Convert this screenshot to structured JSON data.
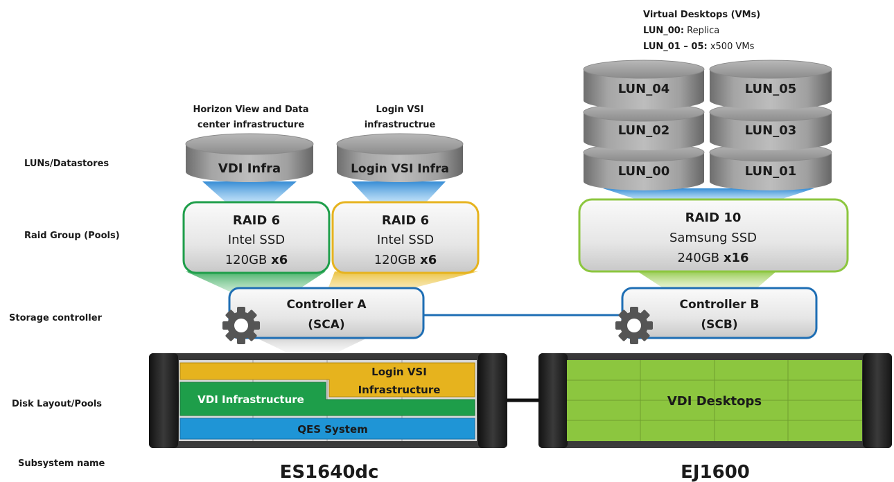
{
  "row_labels": {
    "luns": "LUNs/Datastores",
    "raid": "Raid Group (Pools)",
    "controller": "Storage controller",
    "disk": "Disk Layout/Pools",
    "subsystem": "Subsystem name"
  },
  "captions": {
    "horizon_line1": "Horizon View and Data",
    "horizon_line2": "center infrastructure",
    "loginvsi_line1": "Login VSI",
    "loginvsi_line2": "infrastructrue",
    "vd_title": "Virtual Desktops (VMs)",
    "vd_lun00_key": "LUN_00:",
    "vd_lun00_val": " Replica",
    "vd_lun01_key": "LUN_01 – 05:",
    "vd_lun01_val": " x500 VMs"
  },
  "datastores": {
    "vdi_infra": "VDI Infra",
    "login_vsi_infra": "Login VSI Infra",
    "lun_00": "LUN_00",
    "lun_01": "LUN_01",
    "lun_02": "LUN_02",
    "lun_03": "LUN_03",
    "lun_04": "LUN_04",
    "lun_05": "LUN_05"
  },
  "raid_groups": {
    "g1": {
      "level": "RAID 6",
      "disk": "Intel SSD",
      "size": "120GB ",
      "count": "x6"
    },
    "g2": {
      "level": "RAID 6",
      "disk": "Intel SSD",
      "size": "120GB ",
      "count": "x6"
    },
    "g3": {
      "level": "RAID 10",
      "disk": "Samsung SSD",
      "size": "240GB ",
      "count": "x16"
    }
  },
  "controllers": {
    "a": {
      "line1": "Controller A",
      "line2": "(SCA)"
    },
    "b": {
      "line1": "Controller B",
      "line2": "(SCB)"
    }
  },
  "pools": {
    "login_vsi_line1": "Login VSI",
    "login_vsi_line2": "Infrastructure",
    "vdi_infra": "VDI Infrastructure",
    "qes": "QES System",
    "vdi_desktops": "VDI Desktops"
  },
  "subsystems": {
    "left": "ES1640dc",
    "right": "EJ1600"
  },
  "colors": {
    "green": "#1e9e4a",
    "yellow": "#e6b31e",
    "lime": "#8cc63f",
    "blue": "#1f95d6",
    "controller_border": "#1e6eb4"
  }
}
